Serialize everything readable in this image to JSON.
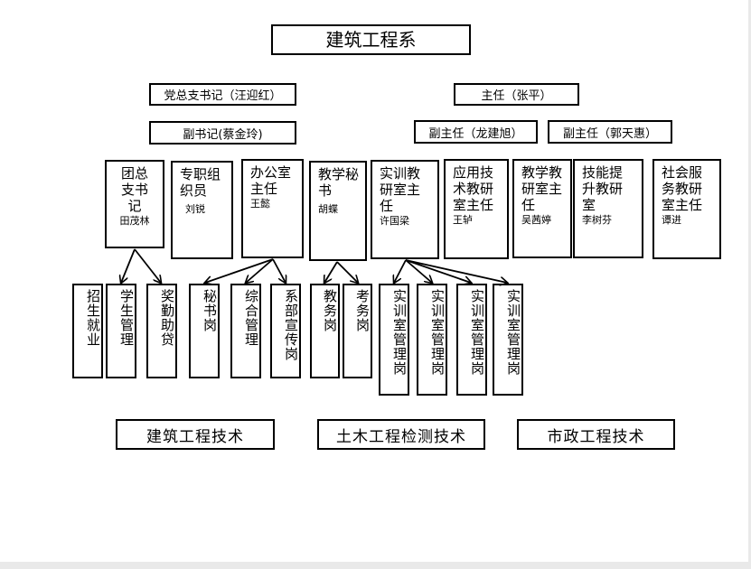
{
  "title": "建筑工程系",
  "leaders": {
    "party_secretary": "党总支书记（汪迎红）",
    "director": "主任（张平）",
    "deputy_secretary": "副书记(蔡金玲)",
    "deputy_director_1": "副主任（龙建旭）",
    "deputy_director_2": "副主任（郭天惠）"
  },
  "departments": [
    {
      "name": "团总支书记",
      "person": "田茂林"
    },
    {
      "name": "专职组织员",
      "person": "刘锐"
    },
    {
      "name": "办公室主任",
      "person": "王懿"
    },
    {
      "name": "教学秘书",
      "person": "胡蝶"
    },
    {
      "name": "实训教研室主任",
      "person": "许国梁"
    },
    {
      "name": "应用技术教研室主任",
      "person": "王轳"
    },
    {
      "name": "教学教研室主任",
      "person": "吴茜婷"
    },
    {
      "name": "技能提升教研室",
      "person": "李树芬"
    },
    {
      "name": "社会服务教研室主任",
      "person": "谭进"
    }
  ],
  "positions": [
    "招生就业",
    "学生管理",
    "奖勤助贷",
    "秘书岗",
    "综合管理",
    "系部宣传岗",
    "教务岗",
    "考务岗",
    "实训室管理岗",
    "实训室管理岗",
    "实训室管理岗",
    "实训室管理岗"
  ],
  "majors": [
    "建筑工程技术",
    "土木工程检测技术",
    "市政工程技术"
  ]
}
